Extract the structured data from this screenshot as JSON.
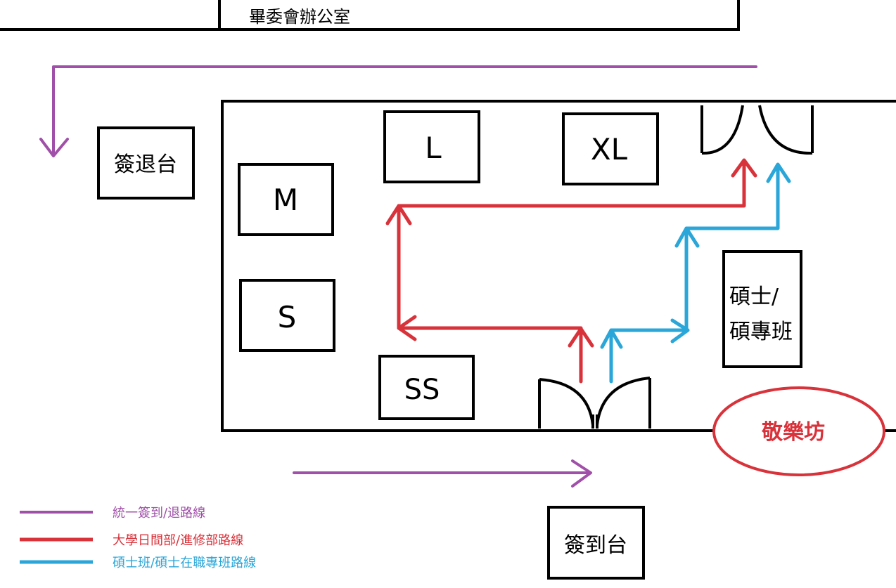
{
  "colors": {
    "purple": "#a050a8",
    "red": "#d8323a",
    "blue": "#2aa6d8",
    "black": "#000000"
  },
  "office": {
    "label": "畢委會辦公室"
  },
  "checkout_desk": {
    "label": "簽退台"
  },
  "checkin_desk": {
    "label": "簽到台"
  },
  "sizes": {
    "m": "M",
    "s": "S",
    "ss": "SS",
    "l": "L",
    "xl": "XL"
  },
  "masters_room": {
    "line1": "碩士/",
    "line2": "碩專班"
  },
  "venue": {
    "label": "敬樂坊"
  },
  "legend": [
    {
      "label": "統一簽到/退路線",
      "color": "purple"
    },
    {
      "label": "大學日間部/進修部路線",
      "color": "red"
    },
    {
      "label": "碩士班/碩士在職專班路線",
      "color": "blue"
    }
  ]
}
